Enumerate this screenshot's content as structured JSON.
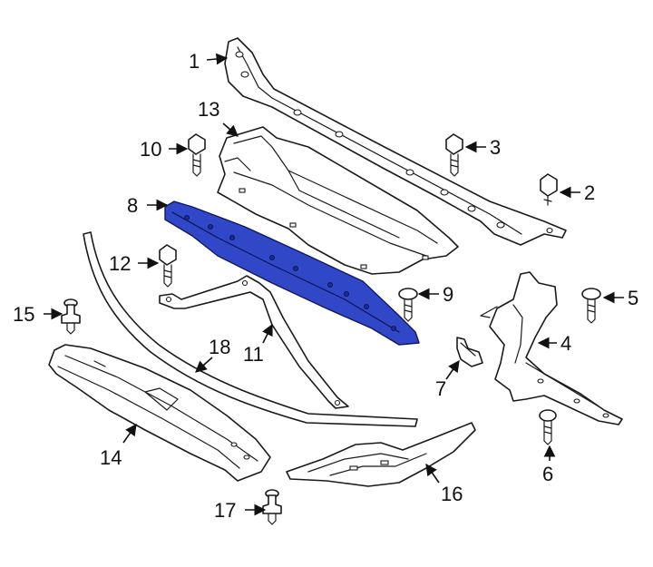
{
  "highlight_color": "#3048c8",
  "callouts": [
    {
      "id": "1",
      "label": "1"
    },
    {
      "id": "2",
      "label": "2"
    },
    {
      "id": "3",
      "label": "3"
    },
    {
      "id": "4",
      "label": "4"
    },
    {
      "id": "5",
      "label": "5"
    },
    {
      "id": "6",
      "label": "6"
    },
    {
      "id": "7",
      "label": "7"
    },
    {
      "id": "8",
      "label": "8"
    },
    {
      "id": "9",
      "label": "9"
    },
    {
      "id": "10",
      "label": "10"
    },
    {
      "id": "11",
      "label": "11"
    },
    {
      "id": "12",
      "label": "12"
    },
    {
      "id": "13",
      "label": "13"
    },
    {
      "id": "14",
      "label": "14"
    },
    {
      "id": "15",
      "label": "15"
    },
    {
      "id": "16",
      "label": "16"
    },
    {
      "id": "17",
      "label": "17"
    },
    {
      "id": "18",
      "label": "18"
    }
  ]
}
